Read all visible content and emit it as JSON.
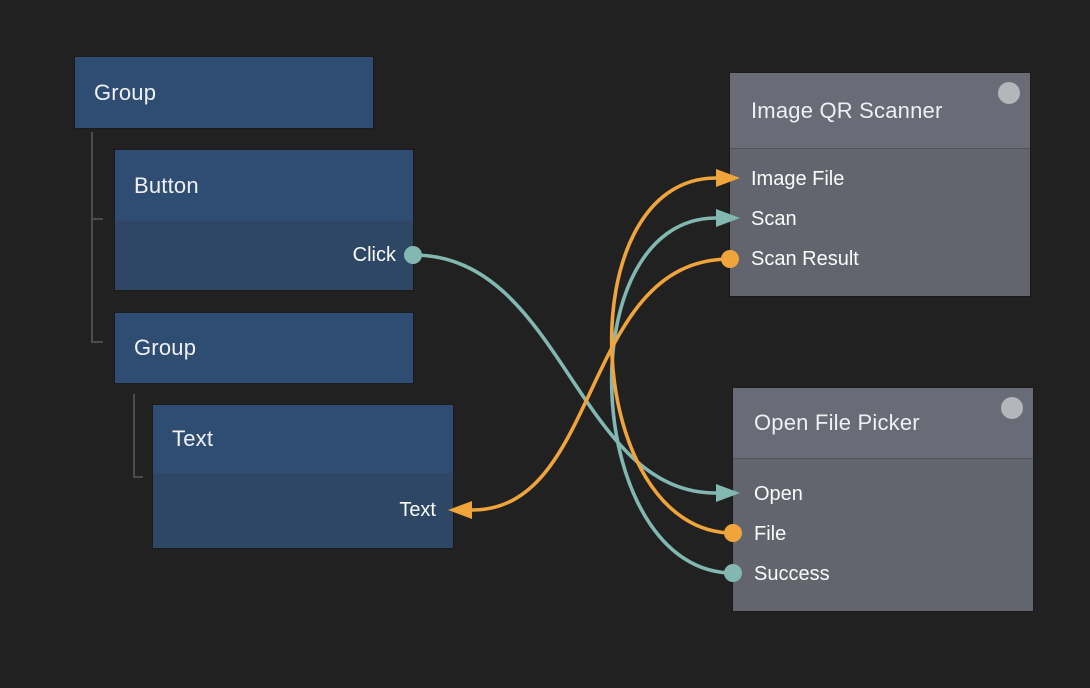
{
  "app": {
    "background": "#212121"
  },
  "palette": {
    "node_blue_header": "#2f4d72",
    "node_blue_body": "#2e4764",
    "node_gray_header": "#696b76",
    "node_gray_body": "#63656e",
    "wire_teal": "#82b8b1",
    "wire_orange": "#f0a43c",
    "hierarchy_line": "#4c4c4c",
    "title_text": "#eef0f3",
    "port_text": "#fcfcfc",
    "header_dot": "#b4b6bc"
  },
  "nodes": {
    "group1": {
      "title": "Group"
    },
    "button": {
      "title": "Button",
      "ports": {
        "click": {
          "label": "Click",
          "direction": "output",
          "shape": "circle",
          "color": "#82b8b1"
        }
      }
    },
    "group2": {
      "title": "Group"
    },
    "text": {
      "title": "Text",
      "ports": {
        "text": {
          "label": "Text",
          "direction": "input",
          "shape": "arrow",
          "color": "#f0a43c"
        }
      }
    },
    "qr_scanner": {
      "title": "Image QR Scanner",
      "ports": {
        "image_file": {
          "label": "Image File",
          "direction": "input",
          "shape": "arrow",
          "color": "#f0a43c"
        },
        "scan": {
          "label": "Scan",
          "direction": "input",
          "shape": "arrow",
          "color": "#82b8b1"
        },
        "scan_result": {
          "label": "Scan Result",
          "direction": "output",
          "shape": "circle",
          "color": "#f0a43c"
        }
      }
    },
    "file_picker": {
      "title": "Open File Picker",
      "ports": {
        "open": {
          "label": "Open",
          "direction": "input",
          "shape": "arrow",
          "color": "#82b8b1"
        },
        "file": {
          "label": "File",
          "direction": "output",
          "shape": "circle",
          "color": "#f0a43c"
        },
        "success": {
          "label": "Success",
          "direction": "output",
          "shape": "circle",
          "color": "#82b8b1"
        }
      }
    }
  },
  "connections": [
    {
      "from": "Button.Click",
      "to": "Open File Picker.Open",
      "color": "#82b8b1"
    },
    {
      "from": "Open File Picker.File",
      "to": "Image QR Scanner.Image File",
      "color": "#f0a43c"
    },
    {
      "from": "Open File Picker.Success",
      "to": "Image QR Scanner.Scan",
      "color": "#82b8b1"
    },
    {
      "from": "Image QR Scanner.Scan Result",
      "to": "Text.Text",
      "color": "#f0a43c"
    }
  ],
  "hierarchy_links": [
    {
      "parent": "Group",
      "child": "Button"
    },
    {
      "parent": "Group",
      "child": "Group"
    },
    {
      "parent": "Group (nested)",
      "child": "Text"
    }
  ]
}
